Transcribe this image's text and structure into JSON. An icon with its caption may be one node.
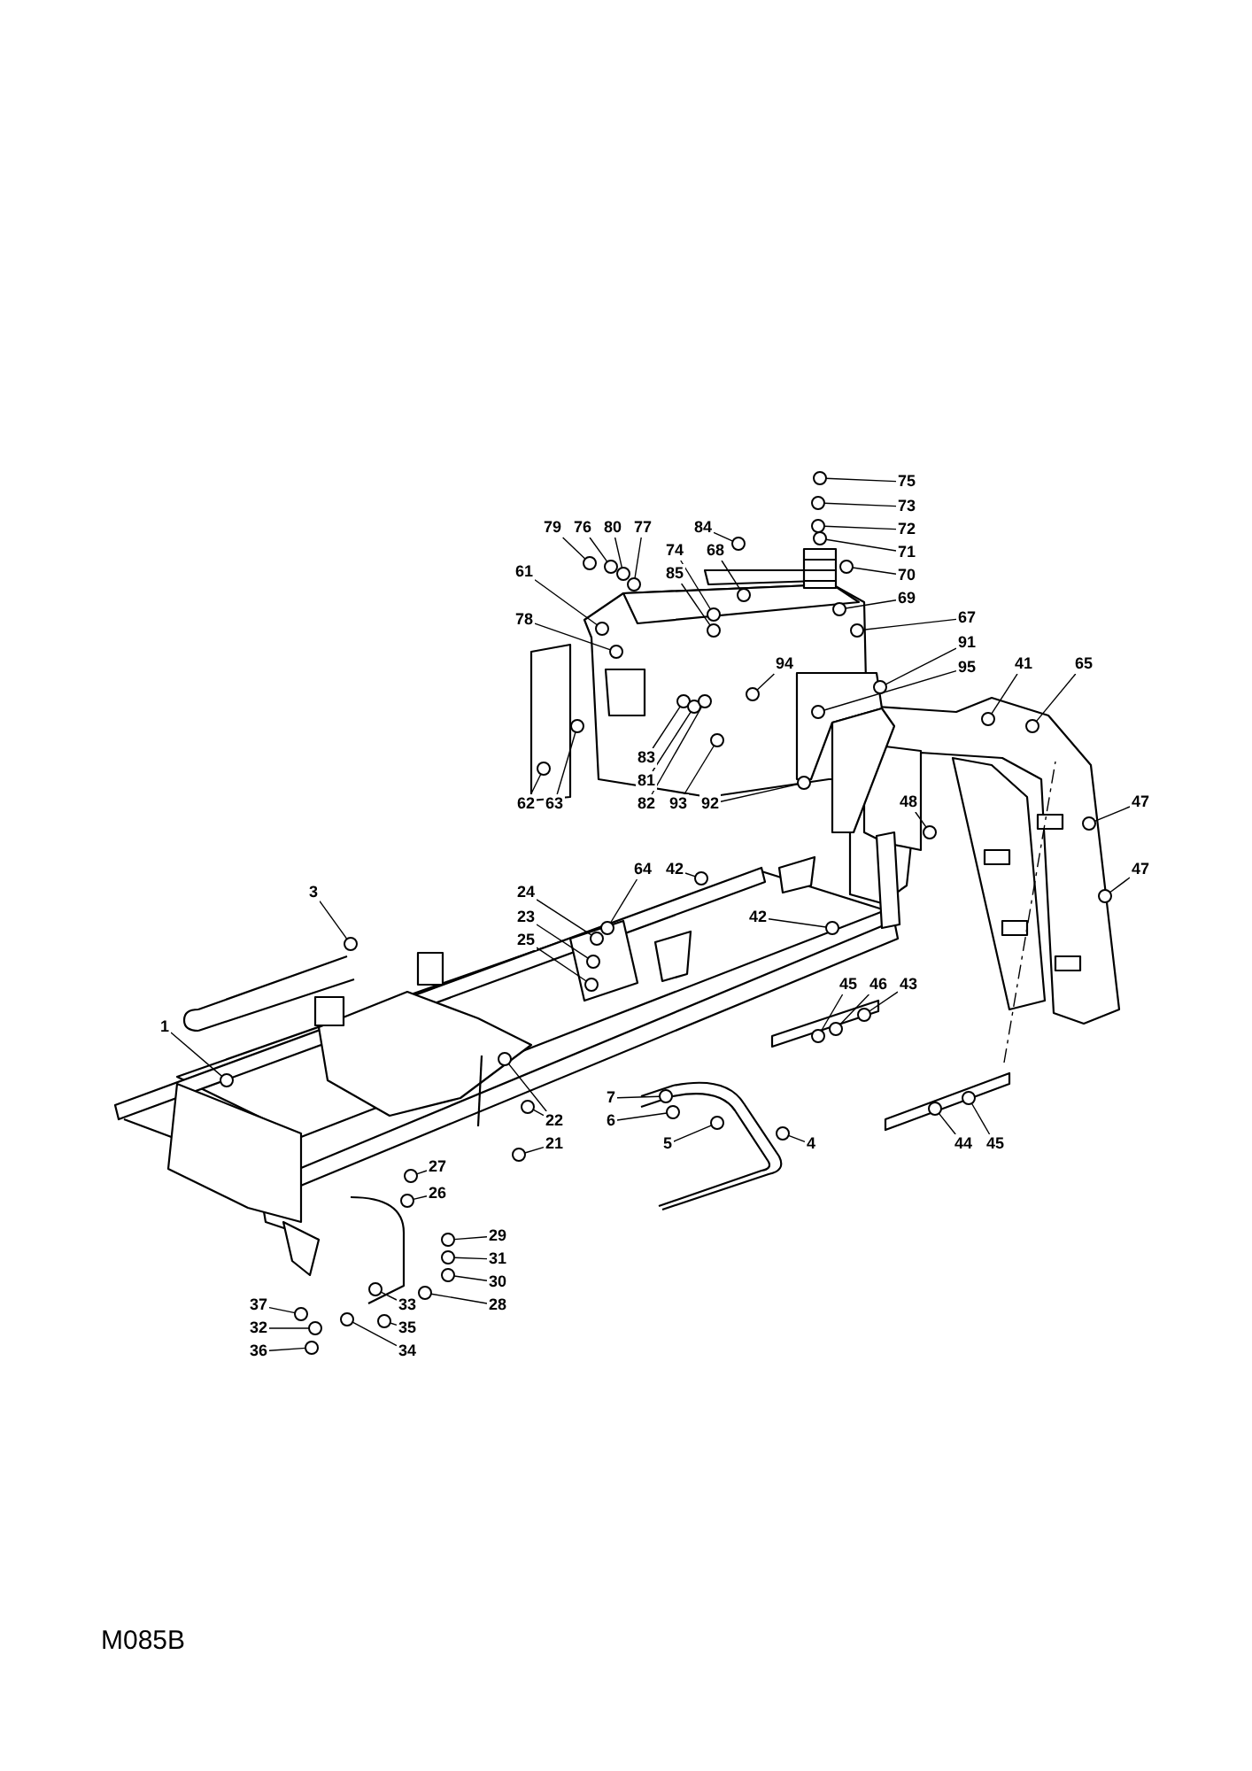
{
  "diagram": {
    "nodes": [
      {
        "text": [
          "79"
        ]
      },
      {
        "text": [
          "76"
        ]
      },
      {
        "text": [
          "80"
        ]
      },
      {
        "text": [
          "77"
        ]
      },
      {
        "text": [
          "84"
        ]
      },
      {
        "text": [
          "74"
        ]
      },
      {
        "text": [
          "68"
        ]
      },
      {
        "text": [
          "85"
        ]
      },
      {
        "text": [
          "61"
        ]
      },
      {
        "text": [
          "78"
        ]
      },
      {
        "text": [
          "75"
        ]
      },
      {
        "text": [
          "73"
        ]
      },
      {
        "text": [
          "72"
        ]
      },
      {
        "text": [
          "71"
        ]
      },
      {
        "text": [
          "70"
        ]
      },
      {
        "text": [
          "69"
        ]
      },
      {
        "text": [
          "67"
        ]
      },
      {
        "text": [
          "91"
        ]
      },
      {
        "text": [
          "95"
        ]
      },
      {
        "text": [
          "94"
        ]
      },
      {
        "text": [
          "41"
        ]
      },
      {
        "text": [
          "65"
        ]
      },
      {
        "text": [
          "83"
        ]
      },
      {
        "text": [
          "81"
        ]
      },
      {
        "text": [
          "82"
        ]
      },
      {
        "text": [
          "93"
        ]
      },
      {
        "text": [
          "92"
        ]
      },
      {
        "text": [
          "62"
        ]
      },
      {
        "text": [
          "63"
        ]
      },
      {
        "text": [
          "48"
        ]
      },
      {
        "text": [
          "47"
        ]
      },
      {
        "text": [
          "47"
        ]
      },
      {
        "text": [
          "64"
        ]
      },
      {
        "text": [
          "42"
        ]
      },
      {
        "text": [
          "24"
        ]
      },
      {
        "text": [
          "23"
        ]
      },
      {
        "text": [
          "25"
        ]
      },
      {
        "text": [
          "42"
        ]
      },
      {
        "text": [
          "3"
        ]
      },
      {
        "text": [
          "1"
        ]
      },
      {
        "text": [
          "45"
        ]
      },
      {
        "text": [
          "46"
        ]
      },
      {
        "text": [
          "43"
        ]
      },
      {
        "text": [
          "22"
        ]
      },
      {
        "text": [
          "21"
        ]
      },
      {
        "text": [
          "7"
        ]
      },
      {
        "text": [
          "6"
        ]
      },
      {
        "text": [
          "5"
        ]
      },
      {
        "text": [
          "4"
        ]
      },
      {
        "text": [
          "44"
        ]
      },
      {
        "text": [
          "45"
        ]
      },
      {
        "text": [
          "27"
        ]
      },
      {
        "text": [
          "26"
        ]
      },
      {
        "text": [
          "29"
        ]
      },
      {
        "text": [
          "31"
        ]
      },
      {
        "text": [
          "30"
        ]
      },
      {
        "text": [
          "28"
        ]
      },
      {
        "text": [
          "33"
        ]
      },
      {
        "text": [
          "35"
        ]
      },
      {
        "text": [
          "34"
        ]
      },
      {
        "text": [
          "37"
        ]
      },
      {
        "text": [
          "32"
        ]
      },
      {
        "text": [
          "36"
        ]
      },
      {
        "text": [],
        "shape": "circle"
      },
      {
        "text": [],
        "shape": "circle"
      },
      {
        "text": [],
        "shape": "circle"
      },
      {
        "text": [],
        "shape": "circle"
      },
      {
        "text": [],
        "shape": "circle"
      },
      {
        "text": [],
        "shape": "circle"
      },
      {
        "text": [],
        "shape": "circle"
      },
      {
        "text": [],
        "shape": "circle"
      },
      {
        "text": [],
        "shape": "circle"
      },
      {
        "text": [],
        "shape": "circle"
      },
      {
        "text": [],
        "shape": "circle"
      },
      {
        "text": [],
        "shape": "circle"
      },
      {
        "text": [],
        "shape": "circle"
      },
      {
        "text": [],
        "shape": "circle"
      },
      {
        "text": [],
        "shape": "circle"
      },
      {
        "text": [],
        "shape": "circle"
      },
      {
        "text": [],
        "shape": "circle"
      },
      {
        "text": [],
        "shape": "circle"
      },
      {
        "text": [],
        "shape": "circle"
      },
      {
        "text": [],
        "shape": "circle"
      },
      {
        "text": [],
        "shape": "circle"
      },
      {
        "text": [],
        "shape": "circle"
      },
      {
        "text": [],
        "shape": "circle"
      },
      {
        "text": [],
        "shape": "circle"
      },
      {
        "text": [],
        "shape": "circle"
      },
      {
        "text": [],
        "shape": "circle"
      },
      {
        "text": [],
        "shape": "circle"
      },
      {
        "text": [],
        "shape": "circle"
      },
      {
        "text": [],
        "shape": "circle"
      },
      {
        "text": [],
        "shape": "circle"
      },
      {
        "text": [],
        "shape": "circle"
      },
      {
        "text": [],
        "shape": "circle"
      },
      {
        "text": [],
        "shape": "circle"
      },
      {
        "text": [],
        "shape": "circle"
      },
      {
        "text": [],
        "shape": "circle"
      },
      {
        "text": [],
        "shape": "circle"
      },
      {
        "text": [],
        "shape": "circle"
      },
      {
        "text": [],
        "shape": "circle"
      },
      {
        "text": [],
        "shape": "circle"
      },
      {
        "text": [],
        "shape": "circle"
      },
      {
        "text": [],
        "shape": "circle"
      },
      {
        "text": [],
        "shape": "circle"
      },
      {
        "text": [],
        "shape": "circle"
      },
      {
        "text": [],
        "shape": "circle"
      },
      {
        "text": [],
        "shape": "circle"
      },
      {
        "text": [],
        "shape": "circle"
      },
      {
        "text": [],
        "shape": "circle"
      },
      {
        "text": [],
        "shape": "circle"
      },
      {
        "text": [],
        "shape": "circle"
      },
      {
        "text": [],
        "shape": "circle"
      },
      {
        "text": [],
        "shape": "circle"
      },
      {
        "text": [],
        "shape": "circle"
      },
      {
        "text": [],
        "shape": "circle"
      },
      {
        "text": [],
        "shape": "circle"
      },
      {
        "text": [],
        "shape": "circle"
      },
      {
        "text": [],
        "shape": "circle"
      },
      {
        "text": [],
        "shape": "circle"
      },
      {
        "text": [],
        "shape": "circle"
      },
      {
        "text": [],
        "shape": "circle"
      },
      {
        "text": [],
        "shape": "circle"
      },
      {
        "text": [],
        "shape": "circle"
      },
      {
        "text": [],
        "shape": "circle"
      },
      {
        "text": [],
        "shape": "circle"
      },
      {
        "text": [],
        "shape": "circle"
      }
    ],
    "edges": [
      {
        "from": 0,
        "to": 63,
        "arrow": "none"
      },
      {
        "from": 1,
        "to": 64,
        "arrow": "none"
      },
      {
        "from": 2,
        "to": 65,
        "arrow": "none"
      },
      {
        "from": 3,
        "to": 66,
        "arrow": "none"
      },
      {
        "from": 4,
        "to": 67,
        "arrow": "none"
      },
      {
        "from": 5,
        "to": 68,
        "arrow": "none"
      },
      {
        "from": 6,
        "to": 69,
        "arrow": "none"
      },
      {
        "from": 7,
        "to": 70,
        "arrow": "none"
      },
      {
        "from": 8,
        "to": 71,
        "arrow": "none"
      },
      {
        "from": 9,
        "to": 72,
        "arrow": "none"
      },
      {
        "from": 10,
        "to": 73,
        "arrow": "none"
      },
      {
        "from": 11,
        "to": 74,
        "arrow": "none"
      },
      {
        "from": 12,
        "to": 75,
        "arrow": "none"
      },
      {
        "from": 13,
        "to": 76,
        "arrow": "none"
      },
      {
        "from": 14,
        "to": 77,
        "arrow": "none"
      },
      {
        "from": 15,
        "to": 78,
        "arrow": "none"
      },
      {
        "from": 16,
        "to": 79,
        "arrow": "none"
      },
      {
        "from": 17,
        "to": 80,
        "arrow": "none"
      },
      {
        "from": 18,
        "to": 81,
        "arrow": "none"
      },
      {
        "from": 19,
        "to": 82,
        "arrow": "none"
      },
      {
        "from": 20,
        "to": 83,
        "arrow": "none"
      },
      {
        "from": 21,
        "to": 84,
        "arrow": "none"
      },
      {
        "from": 22,
        "to": 85,
        "arrow": "none"
      },
      {
        "from": 23,
        "to": 86,
        "arrow": "none"
      },
      {
        "from": 24,
        "to": 87,
        "arrow": "none"
      },
      {
        "from": 25,
        "to": 88,
        "arrow": "none"
      },
      {
        "from": 26,
        "to": 89,
        "arrow": "none"
      },
      {
        "from": 27,
        "to": 90,
        "arrow": "none"
      },
      {
        "from": 28,
        "to": 91,
        "arrow": "none"
      },
      {
        "from": 29,
        "to": 92,
        "arrow": "none"
      },
      {
        "from": 30,
        "to": 93,
        "arrow": "none"
      },
      {
        "from": 31,
        "to": 94,
        "arrow": "none"
      },
      {
        "from": 32,
        "to": 95,
        "arrow": "none"
      },
      {
        "from": 33,
        "to": 96,
        "arrow": "none"
      },
      {
        "from": 34,
        "to": 97,
        "arrow": "none"
      },
      {
        "from": 35,
        "to": 98,
        "arrow": "none"
      },
      {
        "from": 36,
        "to": 99,
        "arrow": "none"
      },
      {
        "from": 37,
        "to": 100,
        "arrow": "none"
      },
      {
        "from": 38,
        "to": 101,
        "arrow": "none"
      },
      {
        "from": 39,
        "to": 102,
        "arrow": "none"
      },
      {
        "from": 40,
        "to": 103,
        "arrow": "none"
      },
      {
        "from": 41,
        "to": 104,
        "arrow": "none"
      },
      {
        "from": 42,
        "to": 105,
        "arrow": "none"
      },
      {
        "from": 43,
        "to": 106,
        "arrow": "none"
      },
      {
        "from": 44,
        "to": 107,
        "arrow": "none"
      },
      {
        "from": 45,
        "to": 108,
        "arrow": "none"
      },
      {
        "from": 46,
        "to": 109,
        "arrow": "none"
      },
      {
        "from": 47,
        "to": 110,
        "arrow": "none"
      },
      {
        "from": 48,
        "to": 111,
        "arrow": "none"
      },
      {
        "from": 49,
        "to": 112,
        "arrow": "none"
      },
      {
        "from": 50,
        "to": 113,
        "arrow": "none"
      },
      {
        "from": 51,
        "to": 114,
        "arrow": "none"
      },
      {
        "from": 52,
        "to": 115,
        "arrow": "none"
      },
      {
        "from": 53,
        "to": 116,
        "arrow": "none"
      },
      {
        "from": 54,
        "to": 117,
        "arrow": "none"
      },
      {
        "from": 55,
        "to": 118,
        "arrow": "none"
      },
      {
        "from": 56,
        "to": 119,
        "arrow": "none"
      },
      {
        "from": 57,
        "to": 120,
        "arrow": "none"
      },
      {
        "from": 58,
        "to": 121,
        "arrow": "none"
      },
      {
        "from": 59,
        "to": 122,
        "arrow": "none"
      },
      {
        "from": 60,
        "to": 123,
        "arrow": "none"
      },
      {
        "from": 61,
        "to": 124,
        "arrow": "none"
      },
      {
        "from": 62,
        "to": 125,
        "arrow": "none"
      },
      {
        "from": 43,
        "to": 126,
        "arrow": "none"
      }
    ],
    "labels": [
      "M085B"
    ]
  }
}
